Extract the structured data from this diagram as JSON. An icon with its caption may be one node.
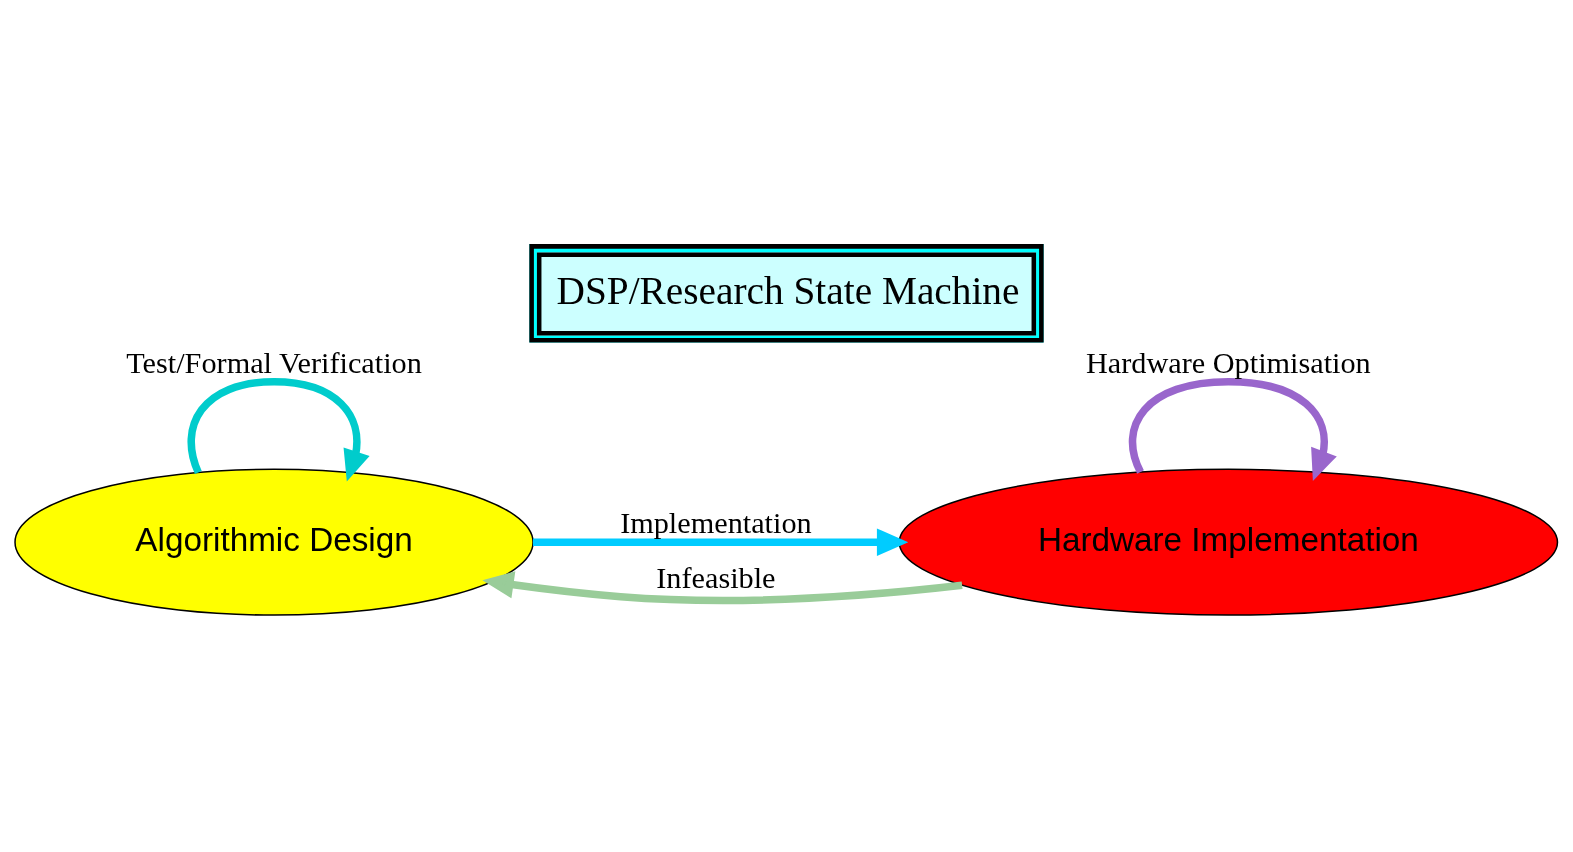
{
  "diagram": {
    "title": "DSP/Research State Machine",
    "nodes": [
      {
        "text": [
          "Algorithmic Design"
        ]
      },
      {
        "text": [
          "Hardware Implementation"
        ]
      }
    ],
    "edges": [
      {
        "from": 0,
        "to": 1,
        "arrow": "to",
        "label": "Implementation",
        "color": "#00ccff"
      },
      {
        "from": 1,
        "to": 0,
        "arrow": "to",
        "label": "Infeasible",
        "color": "#99cc99"
      },
      {
        "from": 0,
        "to": 0,
        "arrow": "to",
        "label": "Test/Formal Verification",
        "color": "#00cccc"
      },
      {
        "from": 1,
        "to": 1,
        "arrow": "to",
        "label": "Hardware Optimisation",
        "color": "#9966cc"
      }
    ]
  }
}
